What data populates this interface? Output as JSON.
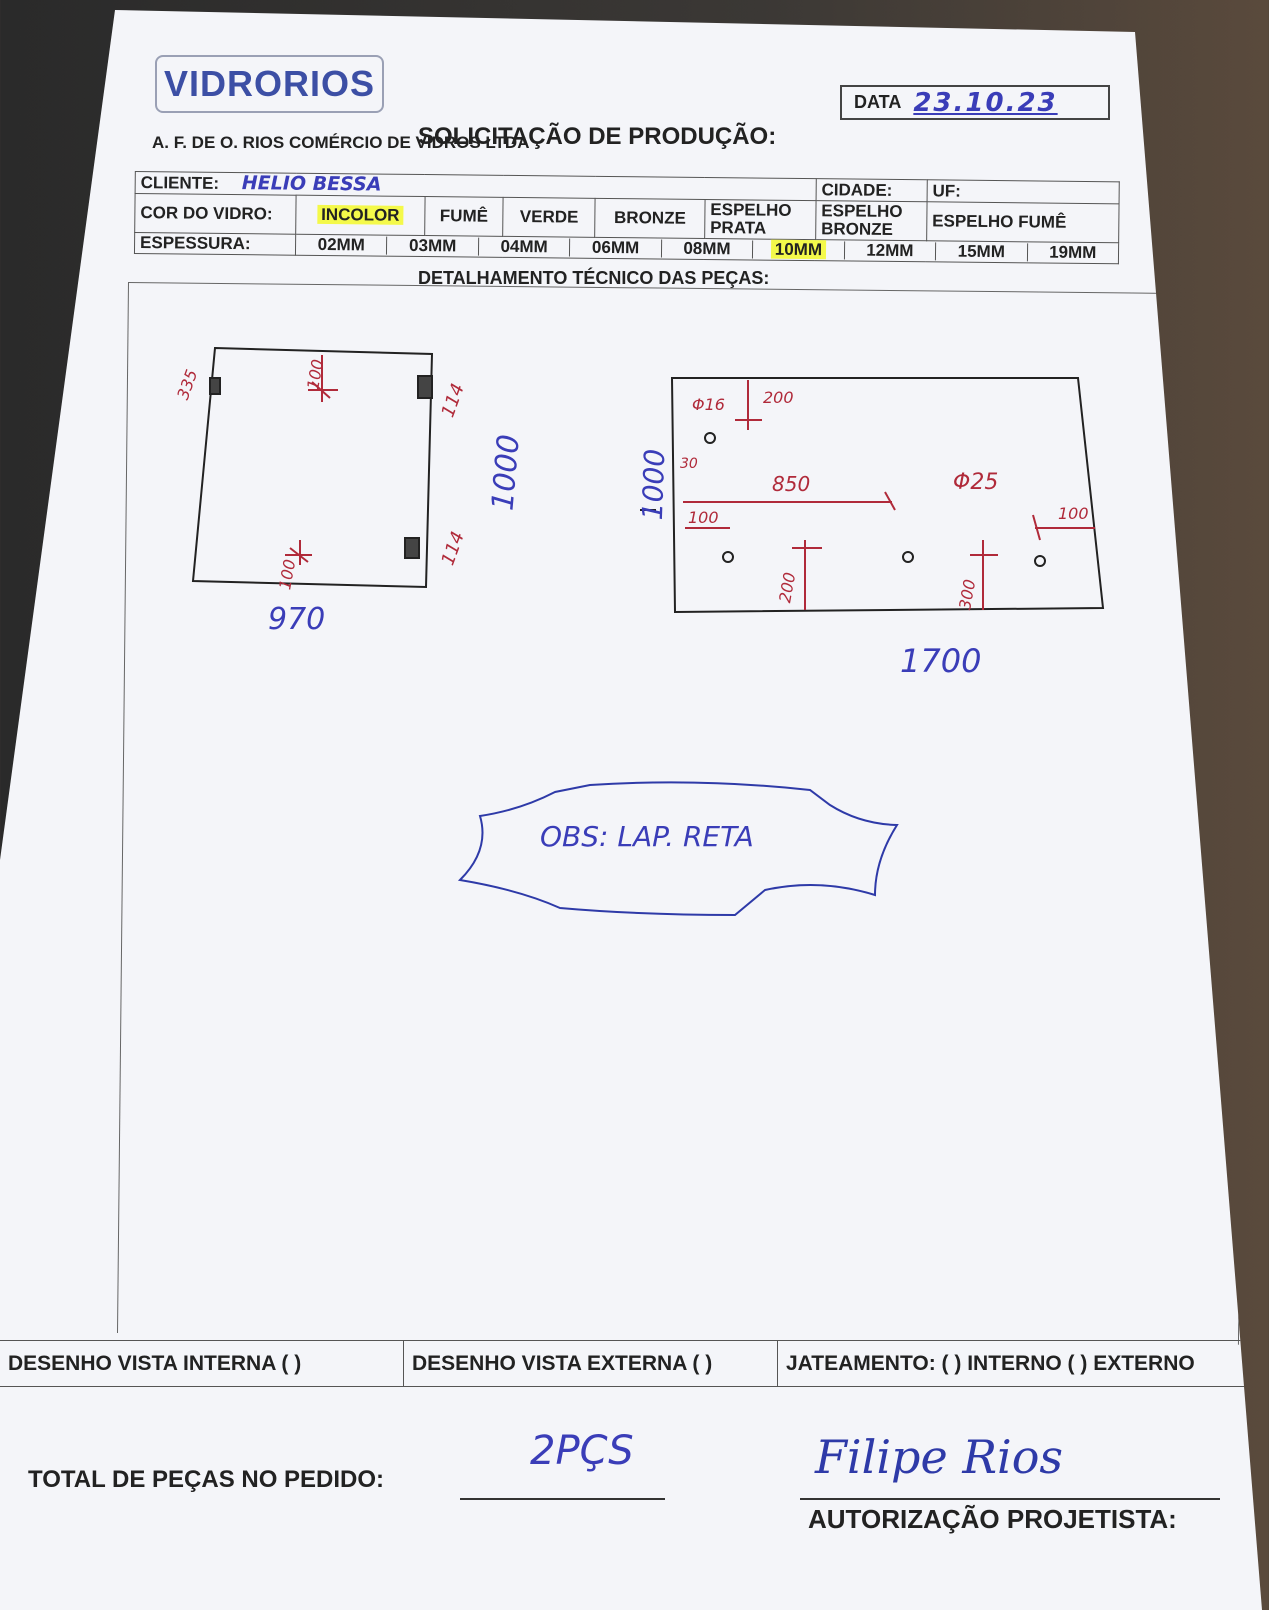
{
  "header": {
    "logo": "VIDRORIOS",
    "date_label": "DATA",
    "date_value": "23.10.23",
    "title": "SOLICITAÇÃO DE PRODUÇÃO:",
    "company": "A. F. DE O. RIOS COMÉRCIO DE VIDROS LTDA"
  },
  "client": {
    "label": "CLIENTE:",
    "value": "HELIO BESSA",
    "city_label": "CIDADE:",
    "uf_label": "UF:"
  },
  "glass_color": {
    "label": "COR DO VIDRO:",
    "options": [
      "INCOLOR",
      "FUMÊ",
      "VERDE",
      "BRONZE",
      "ESPELHO PRATA",
      "ESPELHO BRONZE",
      "ESPELHO FUMÊ"
    ],
    "selected": "INCOLOR"
  },
  "thickness": {
    "label": "ESPESSURA:",
    "options": [
      "02MM",
      "03MM",
      "04MM",
      "06MM",
      "08MM",
      "10MM",
      "12MM",
      "15MM",
      "19MM"
    ],
    "selected": "10MM"
  },
  "section_title": "DETALHAMENTO TÉCNICO DAS PEÇAS:",
  "piece1": {
    "width": "970",
    "height": "1000",
    "dims": [
      "335",
      "100",
      "114",
      "114",
      "100"
    ]
  },
  "piece2": {
    "width": "1700",
    "height": "1000",
    "dims": [
      "Φ16",
      "200",
      "30",
      "850",
      "Φ25",
      "100",
      "100",
      "200",
      "300"
    ]
  },
  "note": "OBS: LAP. RETA",
  "options_row": {
    "internal": "DESENHO VISTA INTERNA ( )",
    "external": "DESENHO VISTA EXTERNA ( )",
    "blasting": "JATEAMENTO: ( ) INTERNO ( ) EXTERNO"
  },
  "footer": {
    "total_label": "TOTAL DE PEÇAS NO PEDIDO:",
    "total_value": "2PÇS",
    "signature": "Filipe Rios",
    "auth_label": "AUTORIZAÇÃO PROJETISTA:"
  },
  "colors": {
    "highlight": "#f4f94a",
    "ink_blue": "#3a3db8",
    "ink_red": "#b02a3a",
    "logo": "#3c4fa5"
  }
}
